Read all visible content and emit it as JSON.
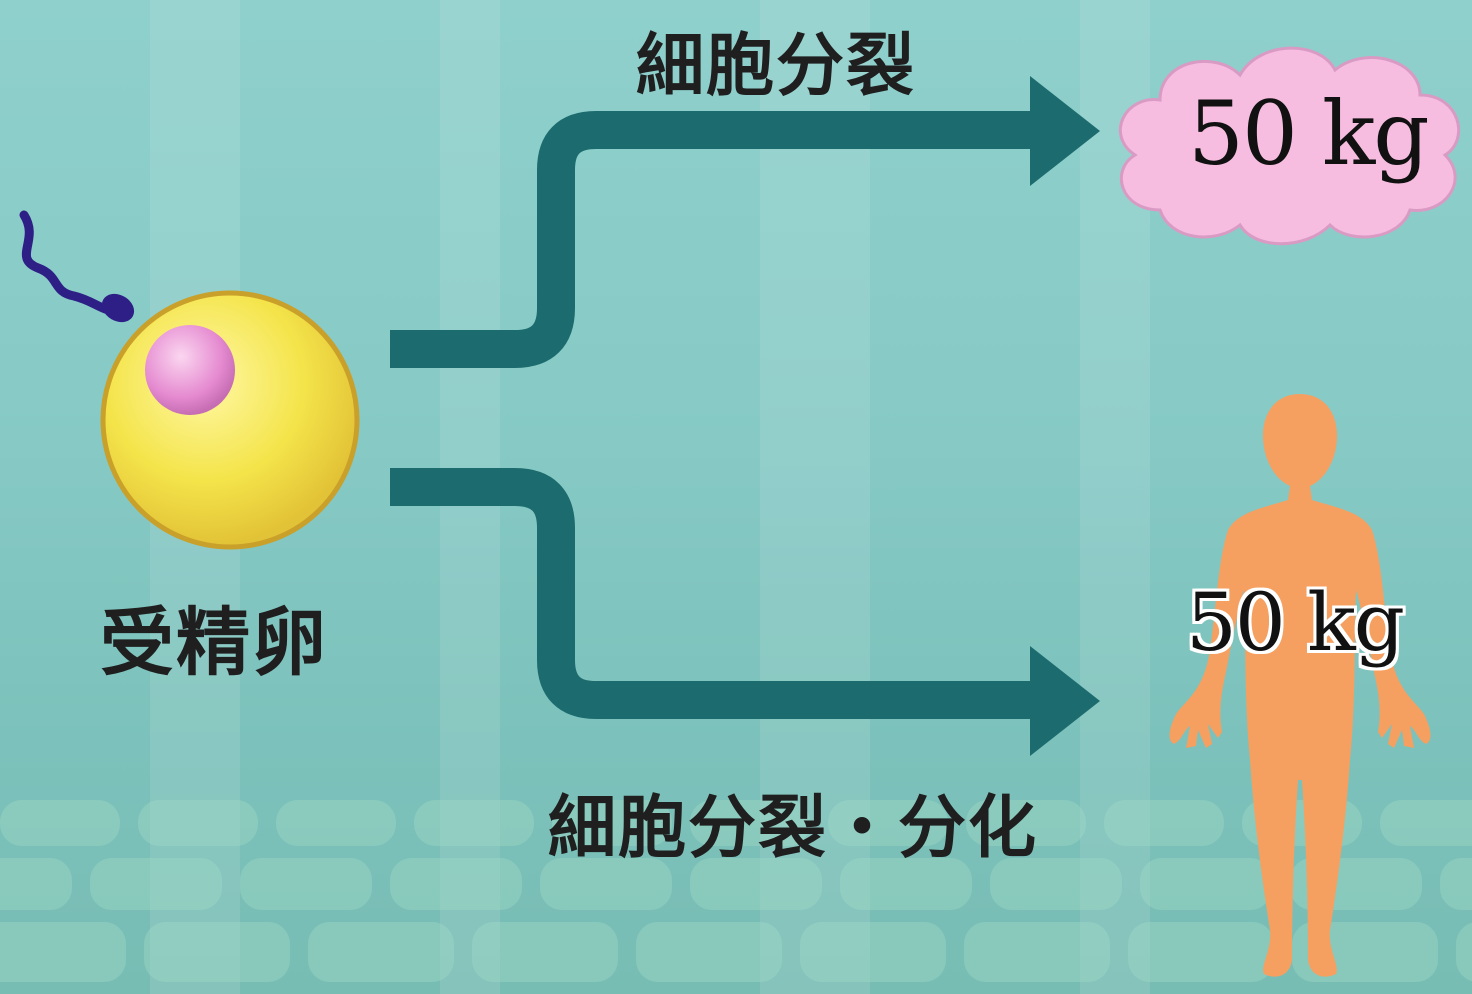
{
  "labels": {
    "top_arrow": "細胞分裂",
    "bottom_arrow": "細胞分裂・分化",
    "egg": "受精卵"
  },
  "weights": {
    "cloud": "50 kg",
    "body": "50 kg"
  },
  "icons": {
    "sperm": "sperm-icon",
    "egg": "fertilized-egg-icon",
    "cloud": "cell-mass-cloud-icon",
    "body": "human-body-icon"
  },
  "colors": {
    "background": "#86c9c5",
    "arrow": "#1c6b6e",
    "egg_fill": "#f4e44a",
    "egg_outline": "#c9a02a",
    "nucleus": "#e58ad0",
    "sperm": "#2d1f86",
    "cloud": "#f6bde0",
    "body": "#f5a061"
  }
}
